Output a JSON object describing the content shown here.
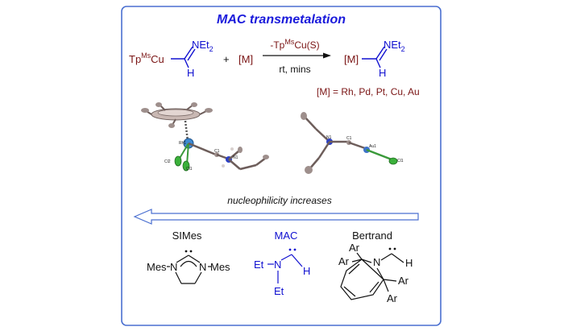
{
  "title": "MAC transmetalation",
  "reaction": {
    "reactant_tp": "Tp",
    "reactant_tp_sup": "Ms",
    "reactant_cu": "Cu",
    "reactant_net": "NEt",
    "reactant_net_sub": "2",
    "reactant_h": "H",
    "plus": "+",
    "metal": "[M]",
    "arrow_above_pre": "-Tp",
    "arrow_above_sup": "Ms",
    "arrow_above_post": "Cu(S)",
    "arrow_below": "rt, mins",
    "product_metal": "[M]",
    "product_net": "NEt",
    "product_net_sub": "2",
    "product_h": "H",
    "metal_list": "[M] = Rh, Pd, Pt, Cu, Au"
  },
  "crystal_labels": {
    "left_rh": "Rh1",
    "left_cl2": "Cl2",
    "left_cl1": "Cl1",
    "left_c1": "C1",
    "left_n1": "N1",
    "right_n1": "N1",
    "right_c1": "C1",
    "right_au": "Au1",
    "right_cl1": "Cl1"
  },
  "trend": {
    "label": "nucleophilicity increases",
    "carbenes": [
      "SIMes",
      "MAC",
      "Bertrand"
    ]
  },
  "structures": {
    "simes_left": "Mes",
    "simes_n1": "N",
    "simes_n2": "N",
    "simes_right": "Mes",
    "mac_et_top": "Et",
    "mac_n": "N",
    "mac_h": "H",
    "mac_et_bottom": "Et",
    "bert_ar1": "Ar",
    "bert_ar2": "Ar",
    "bert_n": "N",
    "bert_h": "H",
    "bert_ar3": "Ar",
    "bert_ar4": "Ar"
  },
  "colors": {
    "title_blue": "#1a1adb",
    "frame_blue": "#4a6fd0",
    "metal_dark_red": "#7a1414",
    "mac_blue": "#1010d0",
    "text_black": "#111111"
  }
}
